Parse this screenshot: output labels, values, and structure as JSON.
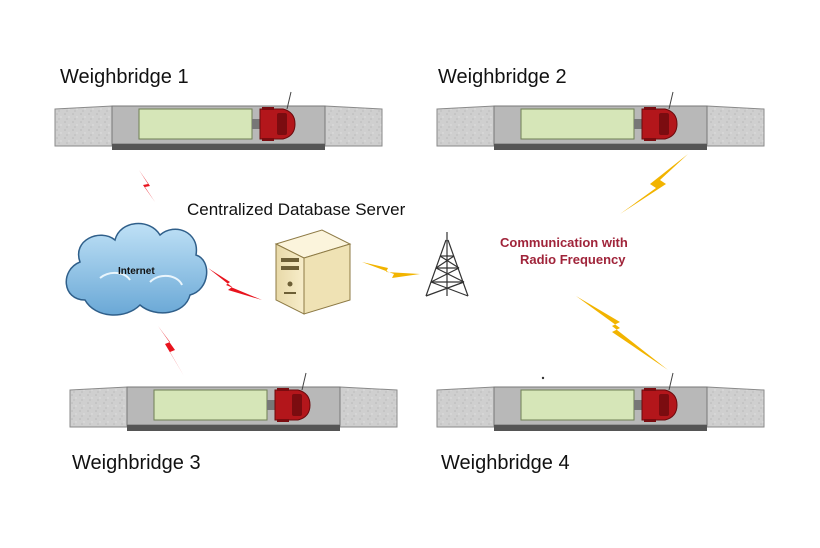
{
  "weighbridges": [
    {
      "label": "Weighbridge 1"
    },
    {
      "label": "Weighbridge 2"
    },
    {
      "label": "Weighbridge 3"
    },
    {
      "label": "Weighbridge 4"
    }
  ],
  "server": {
    "label": "Centralized Database Server"
  },
  "cloud": {
    "label": "Internet"
  },
  "radio": {
    "line1": "Communication with",
    "line2": "Radio Frequency"
  },
  "colors": {
    "ramp": "#c9c9c9",
    "platform": "#d6e6b8",
    "truck_cab": "#b3161b",
    "wired_link": "#e8141e",
    "radio_link": "#f2b400",
    "radio_text": "#a0243a",
    "cloud": "#8ec5ea"
  },
  "icons": {
    "server": "server-tower-icon",
    "cloud": "cloud-icon",
    "tower": "radio-tower-icon",
    "bolt": "lightning-bolt-icon"
  }
}
